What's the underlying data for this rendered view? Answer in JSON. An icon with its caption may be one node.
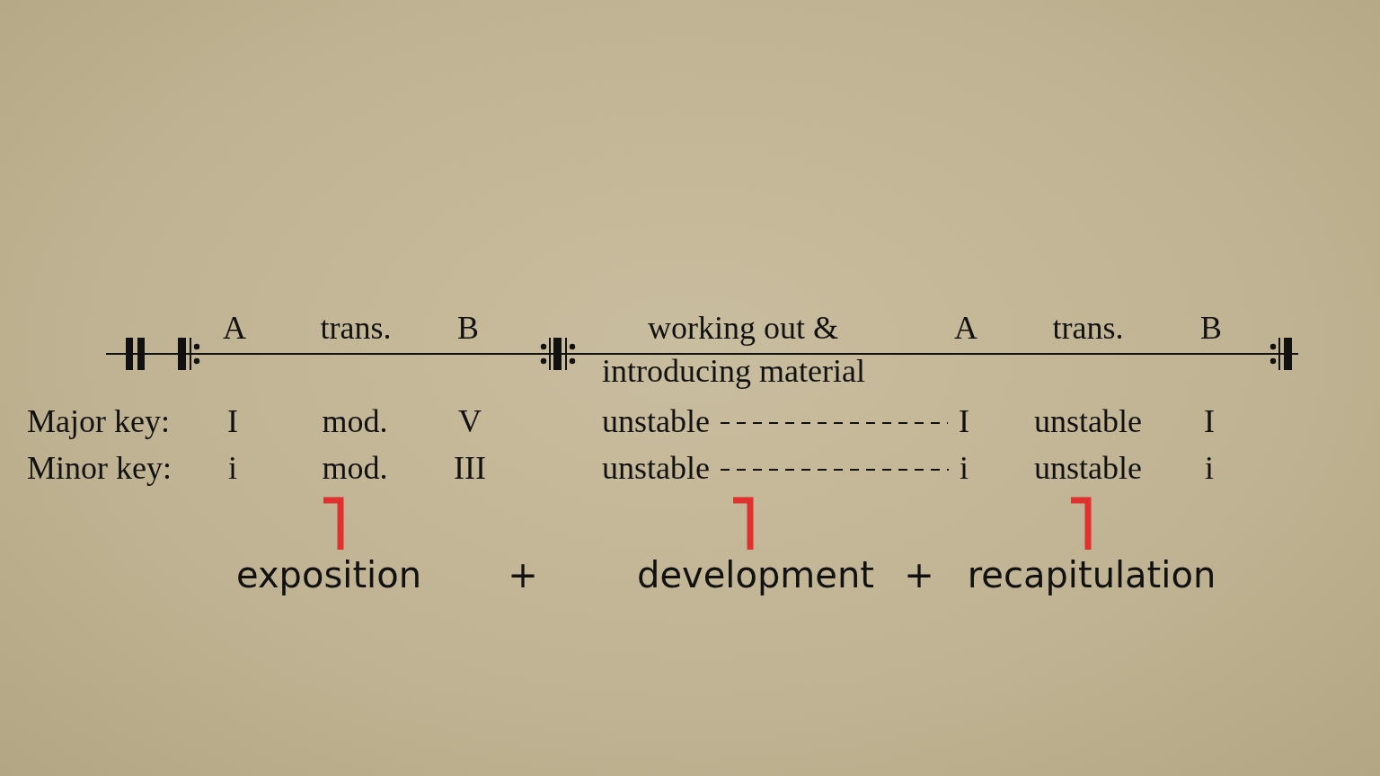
{
  "diagram": {
    "labels": [
      "A",
      "trans.",
      "B",
      "working out & introducing material",
      "A",
      "trans.",
      "B",
      "Major key:",
      "I",
      "mod.",
      "V",
      "unstable",
      "I",
      "unstable",
      "I",
      "Minor key:",
      "i",
      "mod.",
      "III",
      "unstable",
      "i",
      "unstable",
      "i",
      "exposition",
      "+",
      "development",
      "+",
      "recapitulation"
    ]
  }
}
